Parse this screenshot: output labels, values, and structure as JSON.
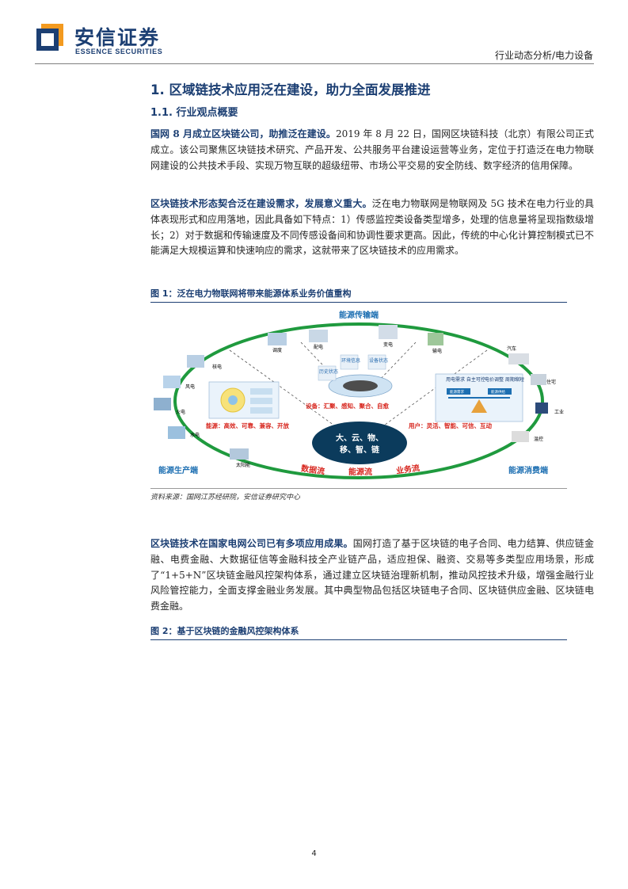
{
  "header": {
    "brand_cn": "安信证券",
    "brand_en": "ESSENCE SECURITIES",
    "report_type": "行业动态分析/电力设备"
  },
  "section": {
    "title": "1. 区域链技术应用泛在建设，助力全面发展推进",
    "subtitle": "1.1. 行业观点概要"
  },
  "paragraphs": [
    {
      "lead": "国网 8 月成立区块链公司，助推泛在建设。",
      "body": "2019 年 8 月 22 日，国网区块链科技（北京）有限公司正式成立。该公司聚焦区块链技术研究、产品开发、公共服务平台建设运营等业务，定位于打造泛在电力物联网建设的公共技术手段、实现万物互联的超级纽带、市场公平交易的安全防线、数字经济的信用保障。"
    },
    {
      "lead": "区块链技术形态契合泛在建设需求，发展意义重大。",
      "body": "泛在电力物联网是物联网及 5G 技术在电力行业的具体表现形式和应用落地，因此具备如下特点：1）传感监控类设备类型增多，处理的信息量将呈现指数级增长；2）对于数据和传输速度及不同传感设备间和协调性要求更高。因此，传统的中心化计算控制模式已不能满足大规模运算和快速响应的需求，这就带来了区块链技术的应用需求。"
    },
    {
      "lead": "区块链技术在国家电网公司已有多项应用成果。",
      "body": "国网打造了基于区块链的电子合同、电力结算、供应链金融、电费金融、大数据征信等金融科技全产业链产品，适应担保、融资、交易等多类型应用场景，形成了“1+5+N”区块链金融风控架构体系，通过建立区块链治理新机制，推动风控技术升级，增强金融行业风险管控能力，全面支撑金融业务发展。其中典型物品包括区块链电子合同、区块链供应金融、区块链电费金融。"
    }
  ],
  "figure1": {
    "title": "图 1：泛在电力物联网将带来能源体系业务价值重构",
    "source": "资料来源：国网江苏经研院，安信证券研究中心",
    "diagram": {
      "top_label": "能源传输端",
      "left_label": "能源生产端",
      "right_label": "能源消费端",
      "center_line1": "大、云、物、",
      "center_line2": "移、智、链",
      "transport_nodes": [
        "调度",
        "配电",
        "变电",
        "输电"
      ],
      "production_nodes": [
        "核电",
        "风电",
        "火电",
        "水电",
        "太阳能"
      ],
      "consumption_nodes": [
        "汽车",
        "住宅",
        "工业",
        "温控"
      ],
      "device_tags": [
        "环境信息",
        "设备状态",
        "历史状态"
      ],
      "device_line": "设备：汇聚、感知、聚合、自愈",
      "energy_line": "能源：高效、可靠、兼容、开放",
      "user_line": "用户：灵活、智能、可信、互动",
      "flows": [
        "数据流",
        "能源流",
        "业务流"
      ],
      "balance_left": "用电需求 自主可控",
      "balance_right": "电价调整 周期缩短",
      "balance_left_tag": "能源需求",
      "balance_right_tag": "能源供给"
    }
  },
  "figure2": {
    "title": "图 2：基于区块链的金融风控架构体系"
  },
  "page_number": "4",
  "colors": {
    "brand_blue": "#1c3f73",
    "logo_orange": "#f39a1f",
    "ring_green": "#1f9a3e",
    "flow_red": "#d7261e",
    "hub_navy": "#0b3b5c"
  }
}
